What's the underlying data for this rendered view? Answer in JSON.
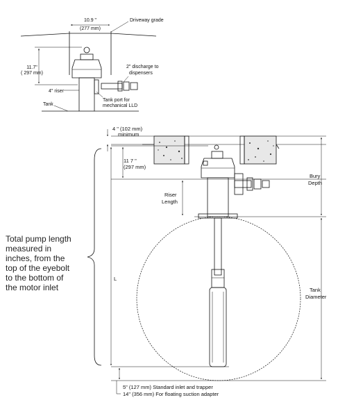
{
  "top_view": {
    "width_in": "10.9 \"",
    "width_mm": "(277 mm)",
    "driveway": "Driveway grade",
    "height_in": "11.7\"",
    "height_mm": "( 297 mm)",
    "discharge_1": "2\" discharge to",
    "discharge_2": "dispensers",
    "riser": "4\" riser",
    "tank_port_1": "Tank port for",
    "tank_port_2": "mechanical LLD",
    "tank": "Tank"
  },
  "main_view": {
    "min_in": "4 \" (102 mm)",
    "min_label": "minimum",
    "height_in": "11 7 \"",
    "height_mm": "(297 mm)",
    "riser_1": "Riser",
    "riser_2": "Length",
    "bury_1": "Bury",
    "bury_2": "Depth",
    "L": "L",
    "tank_1": "Tank",
    "tank_2": "Diameter",
    "bottom_1": "5\" (127 mm) Standard inlet and trapper",
    "bottom_2": "14\" (356 mm) For floating suction adapter"
  },
  "note": {
    "lines": [
      "Total pump length",
      "measured in",
      "inches, from the",
      "top of the eyebolt",
      "to the bottom of",
      "the motor inlet"
    ]
  }
}
